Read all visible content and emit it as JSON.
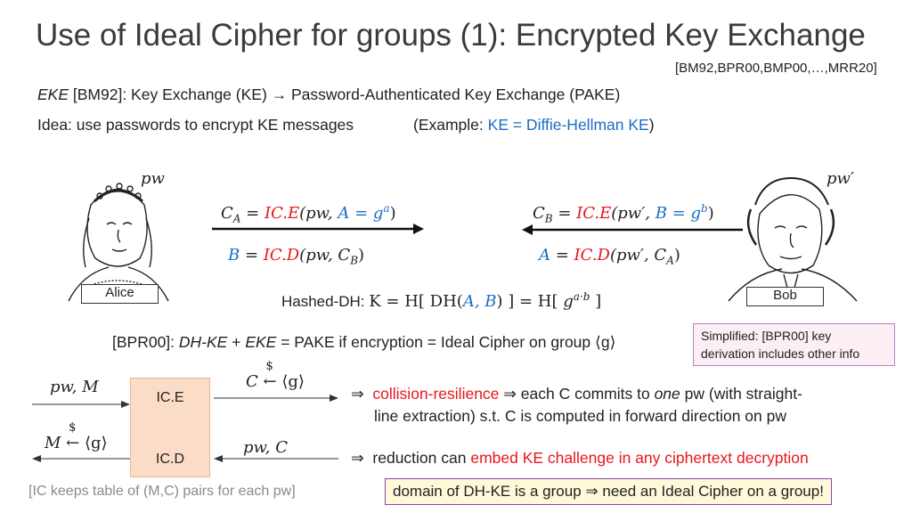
{
  "title": "Use of Ideal Cipher for groups (1):  Encrypted Key Exchange",
  "refs": "[BM92,BPR00,BMP00,…,MRR20]",
  "line1": {
    "eke": "EKE",
    "rest": " [BM92]:   Key Exchange (KE)  →  Password-Authenticated Key Exchange (PAKE)"
  },
  "line2": {
    "idea": "Idea:  use passwords to encrypt KE messages",
    "example_prefix": "(Example:  ",
    "example_value": "KE = Diffie-Hellman KE",
    "example_suffix": ")"
  },
  "alice": {
    "pw": "pw",
    "name": "Alice"
  },
  "bob": {
    "pw": "pw′",
    "name": "Bob"
  },
  "msgA": {
    "lhs": "C",
    "lhs_sub": "A",
    "eq": " = ",
    "fn": "IC.E",
    "args_open": "(pw, ",
    "arg_blue": "A = g",
    "arg_sup": "a",
    "args_close": ")"
  },
  "msgB": {
    "lhs": "C",
    "lhs_sub": "B",
    "eq": " = ",
    "fn": "IC.E",
    "args_open": "(pw′, ",
    "arg_blue": "B = g",
    "arg_sup": "b",
    "args_close": ")"
  },
  "decA": {
    "lhs": "B",
    "eq": " = ",
    "fn": "IC.D",
    "args": "(pw, C",
    "args_sub": "B",
    "close": ")"
  },
  "decB": {
    "lhs": "A",
    "eq": " = ",
    "fn": "IC.D",
    "args": "(pw′, C",
    "args_sub": "A",
    "close": ")"
  },
  "hashed": {
    "label": "Hashed-DH:  ",
    "k": "K = H[ DH(",
    "ab": "A, B",
    "mid": ") ] = H[ ",
    "g": "g",
    "sup": "a·b",
    "end": " ]"
  },
  "bpr": {
    "prefix": "[BPR00]:  ",
    "dhke": "DH-KE",
    "plus": " + ",
    "eke": "EKE",
    "rest": " = PAKE if encryption = Ideal Cipher on group ⟨g⟩"
  },
  "note": "Simplified: [BPR00] key derivation includes other info",
  "ic": {
    "enc_label": "IC.E",
    "dec_label": "IC.D",
    "in_left": "pw, M",
    "out_left_pre": "M",
    "sample_dollar": "$",
    "out_left_post": "⟨g⟩",
    "right_top_pre": "C",
    "right_top_post": "⟨g⟩",
    "right_bottom": "pw, C",
    "table_note": "[IC keeps table of (M,C) pairs for each pw]"
  },
  "bullet1": {
    "arrow": "⇒",
    "red": "collision-resilience",
    "mid": "  ⇒  each C commits to ",
    "one": "one",
    "rest": " pw (with straight-",
    "line2": "line extraction) s.t. C is computed in forward direction on pw"
  },
  "bullet2": {
    "arrow": "⇒",
    "pre": "reduction can ",
    "red": "embed KE challenge in any ciphertext decryption"
  },
  "domain": {
    "pre": "domain of DH-KE is a group  ",
    "arrow": "⇒",
    "post": "  need an Ideal Cipher on a group!"
  },
  "colors": {
    "red": "#e8161b",
    "blue": "#1a6fc4",
    "ic_box": "#fbdcc6",
    "note_bg": "#fbeef4",
    "domain_bg": "#fff9d9"
  },
  "icons": {
    "alice": "alice-portrait-sketch",
    "bob": "bob-portrait-sketch"
  }
}
